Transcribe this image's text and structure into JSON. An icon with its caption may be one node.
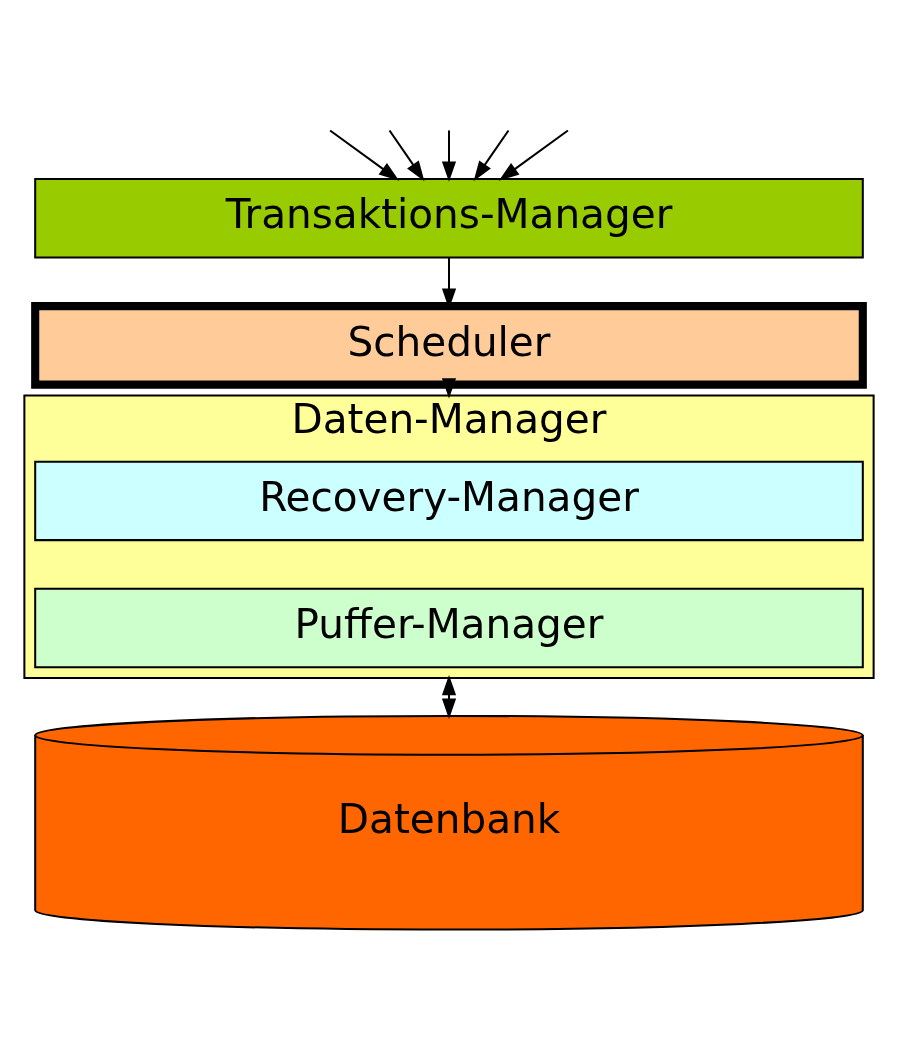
{
  "diagram": {
    "nodes": [
      {
        "text": [
          "Transaktions-Manager"
        ]
      },
      {
        "text": [
          "Scheduler"
        ]
      },
      {
        "text": [
          "Daten-Manager"
        ]
      },
      {
        "text": [
          "Recovery-Manager"
        ],
        "in": 2
      },
      {
        "text": [
          "Puffer-Manager"
        ],
        "in": 2
      },
      {
        "text": [
          "Datenbank"
        ]
      }
    ],
    "edges": [
      {
        "from": null,
        "to": 0,
        "arrow": "to"
      },
      {
        "from": null,
        "to": 0,
        "arrow": "to"
      },
      {
        "from": null,
        "to": 0,
        "arrow": "to"
      },
      {
        "from": null,
        "to": 0,
        "arrow": "to"
      },
      {
        "from": null,
        "to": 0,
        "arrow": "to"
      },
      {
        "from": 0,
        "to": 1,
        "arrow": "to"
      },
      {
        "from": 1,
        "to": 2,
        "arrow": "to"
      },
      {
        "from": 2,
        "to": 5,
        "arrow": "both"
      }
    ]
  }
}
